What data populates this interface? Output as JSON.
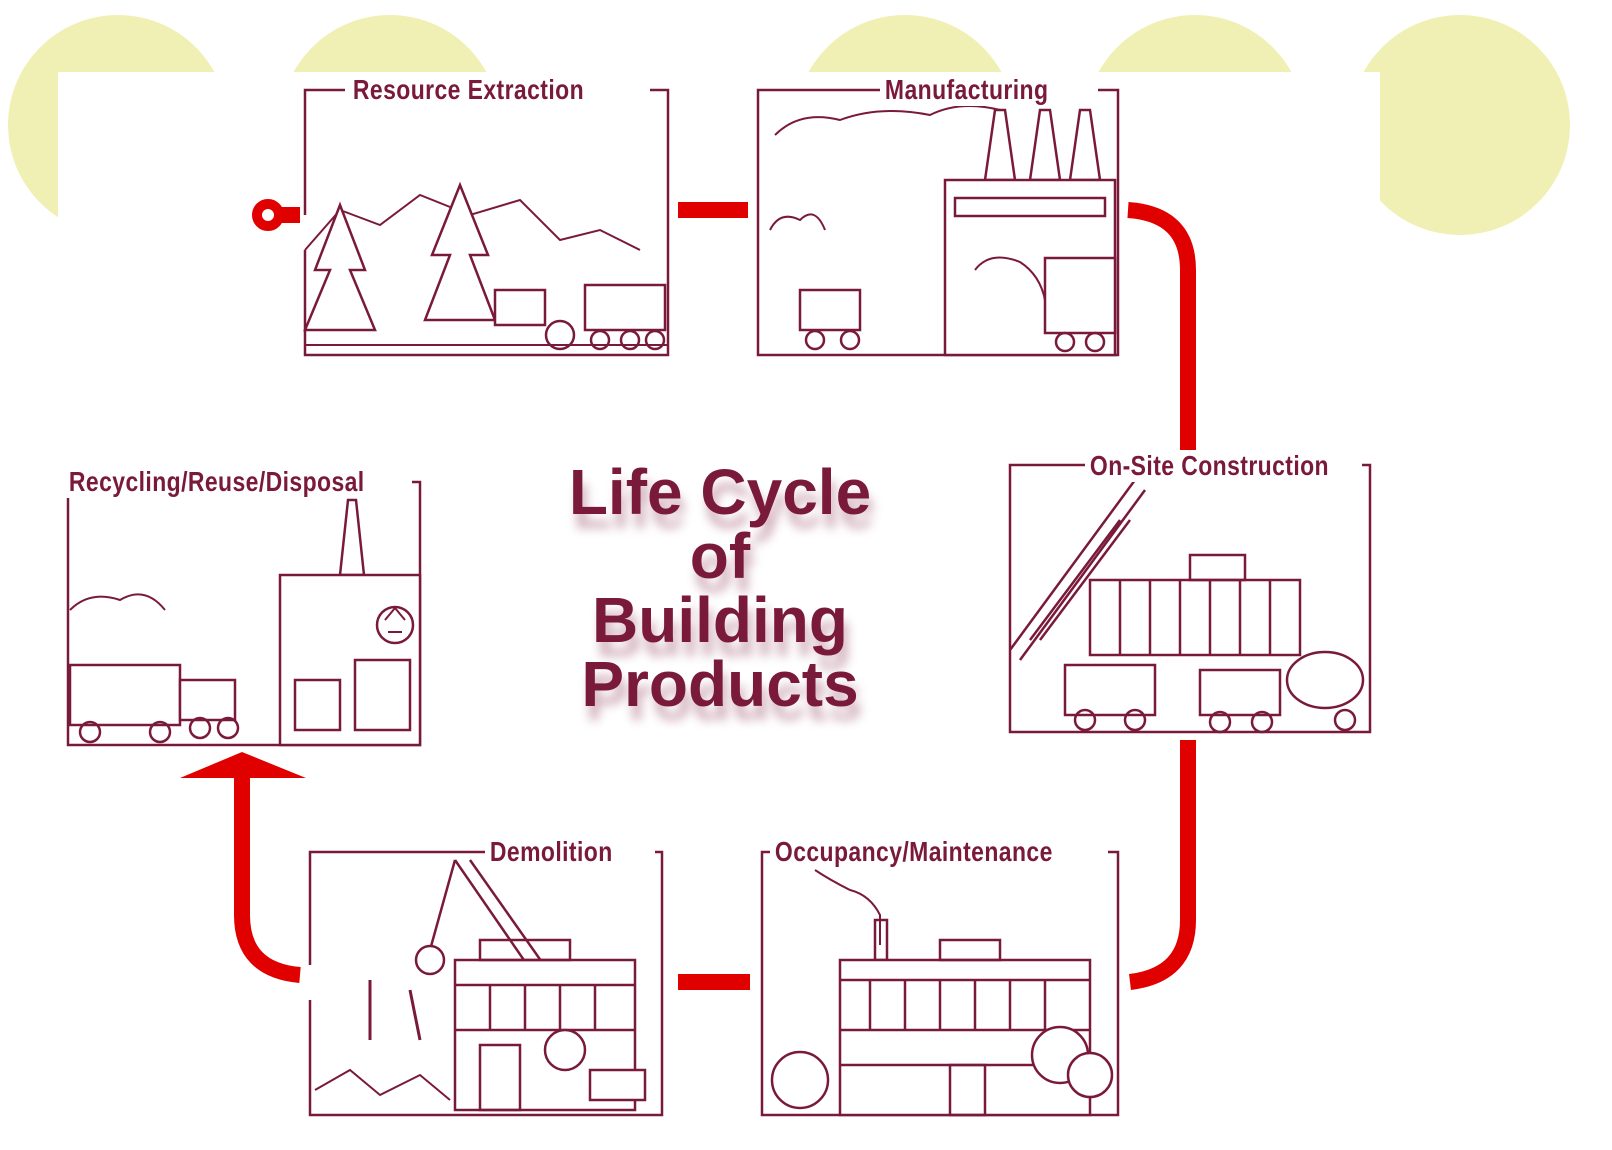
{
  "diagram": {
    "center_title": [
      "Life Cycle",
      "of",
      "Building",
      "Products"
    ],
    "stages": [
      {
        "id": "resource-extraction",
        "label": "Resource Extraction"
      },
      {
        "id": "manufacturing",
        "label": "Manufacturing"
      },
      {
        "id": "on-site-construction",
        "label": "On-Site Construction"
      },
      {
        "id": "occupancy-maintenance",
        "label": "Occupancy/Maintenance"
      },
      {
        "id": "demolition",
        "label": "Demolition"
      },
      {
        "id": "recycling-reuse-disposal",
        "label": "Recycling/Reuse/Disposal"
      }
    ],
    "colors": {
      "ink": "#7a1a3a",
      "arrow": "#e00000",
      "decor": "#f0f0b4"
    }
  }
}
